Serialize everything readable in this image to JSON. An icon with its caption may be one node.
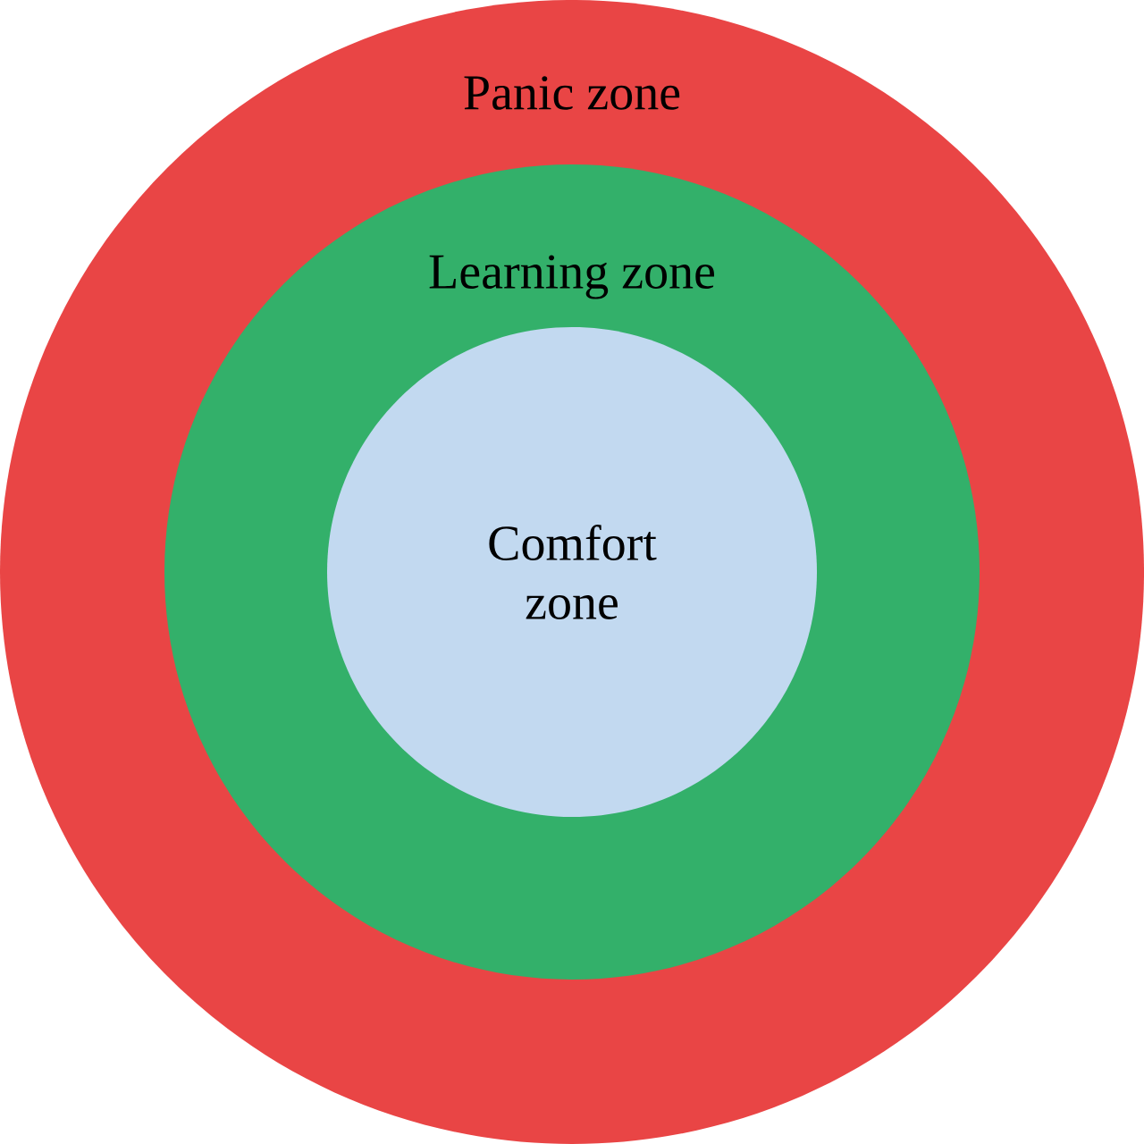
{
  "diagram": {
    "nodes": [
      {
        "text": [
          "Panic zone"
        ]
      },
      {
        "text": [
          "Learning zone"
        ],
        "in": 0
      },
      {
        "text": [
          "Comfort zone"
        ],
        "in": 1
      }
    ]
  }
}
